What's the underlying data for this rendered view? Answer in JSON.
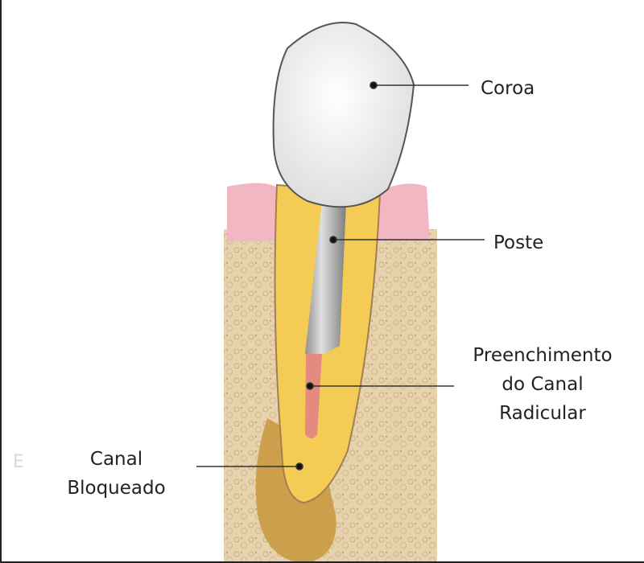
{
  "labels": {
    "crown": "Coroa",
    "post": "Poste",
    "filling": [
      "Preenchimento",
      "do Canal",
      "Radicular"
    ],
    "blocked": [
      "Canal",
      "Bloqueado"
    ],
    "edge_letter": "E"
  },
  "colors": {
    "bone": "#e6d3ad",
    "gum": "#f1b7c3",
    "root": "#f4cc55",
    "crown": "#f4f4f4",
    "post": "#a9a9a9",
    "filling": "#e48a7e",
    "blockage": "#c8963c"
  }
}
